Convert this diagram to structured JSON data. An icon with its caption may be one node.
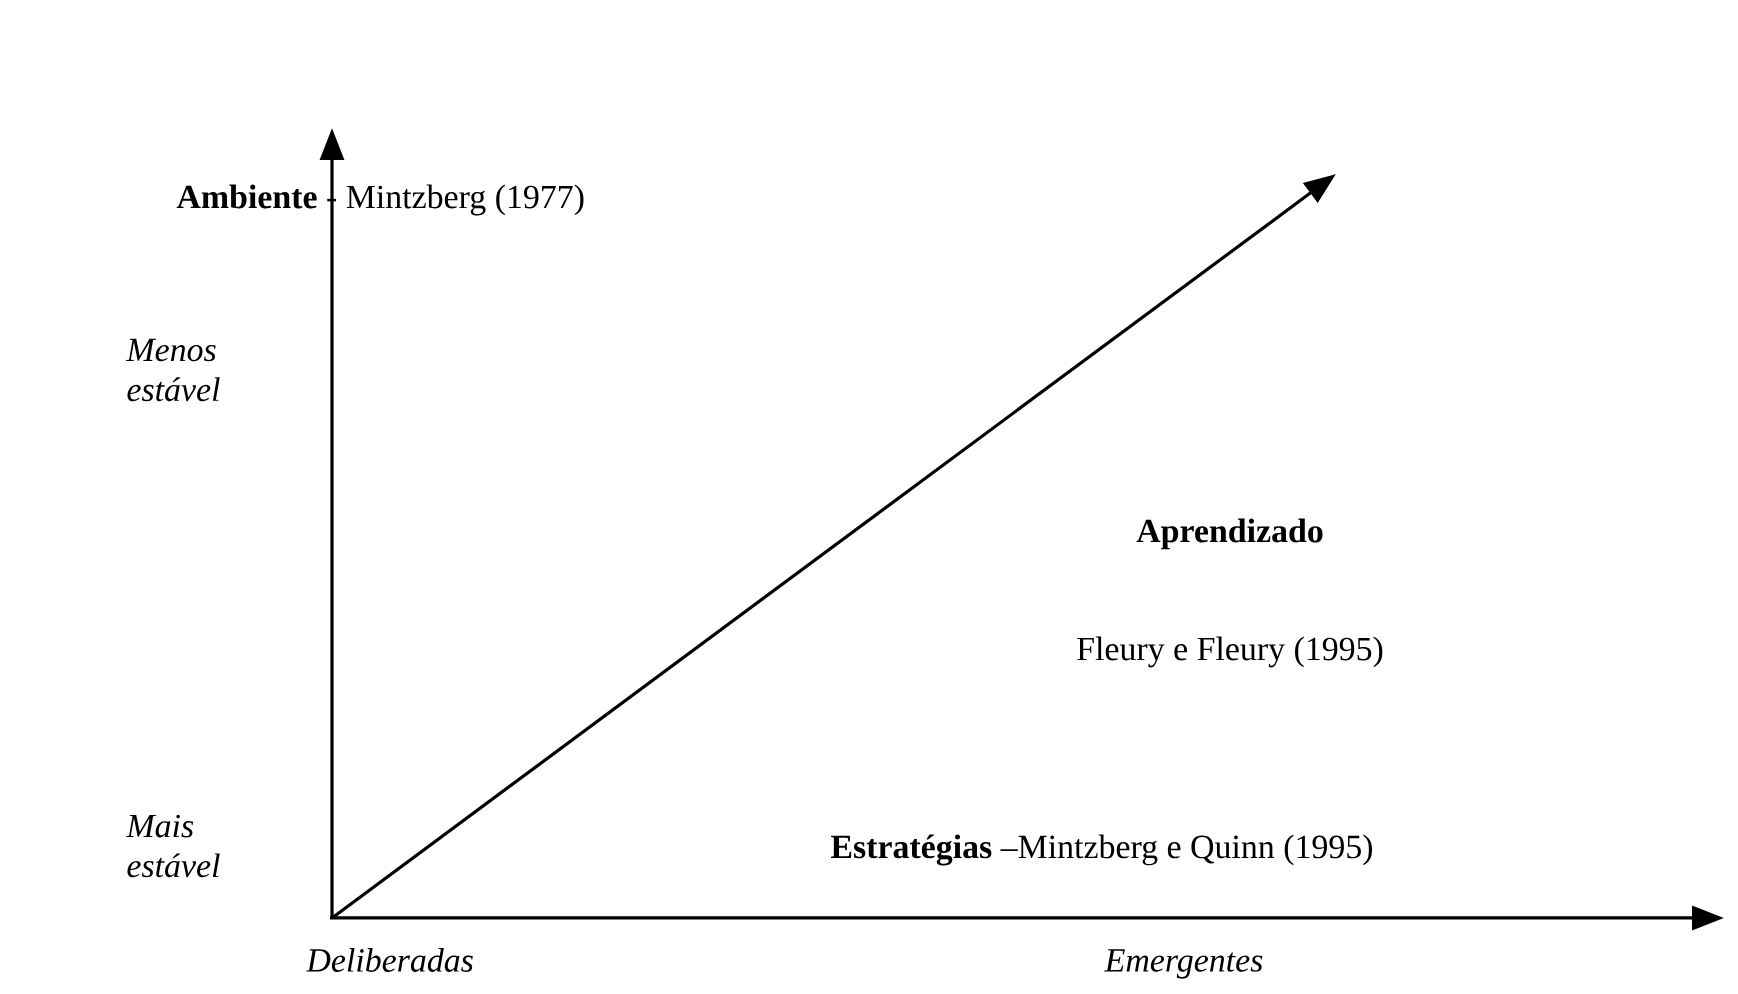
{
  "diagram": {
    "labels": [
      "**Ambiente** - Mintzberg (1977)",
      "Menos estável",
      "Mais estável",
      "Aprendizado",
      "Fleury e Fleury (1995)",
      "**Estratégias** –Mintzberg e Quinn (1995)",
      "Deliberadas",
      "Emergentes"
    ]
  }
}
